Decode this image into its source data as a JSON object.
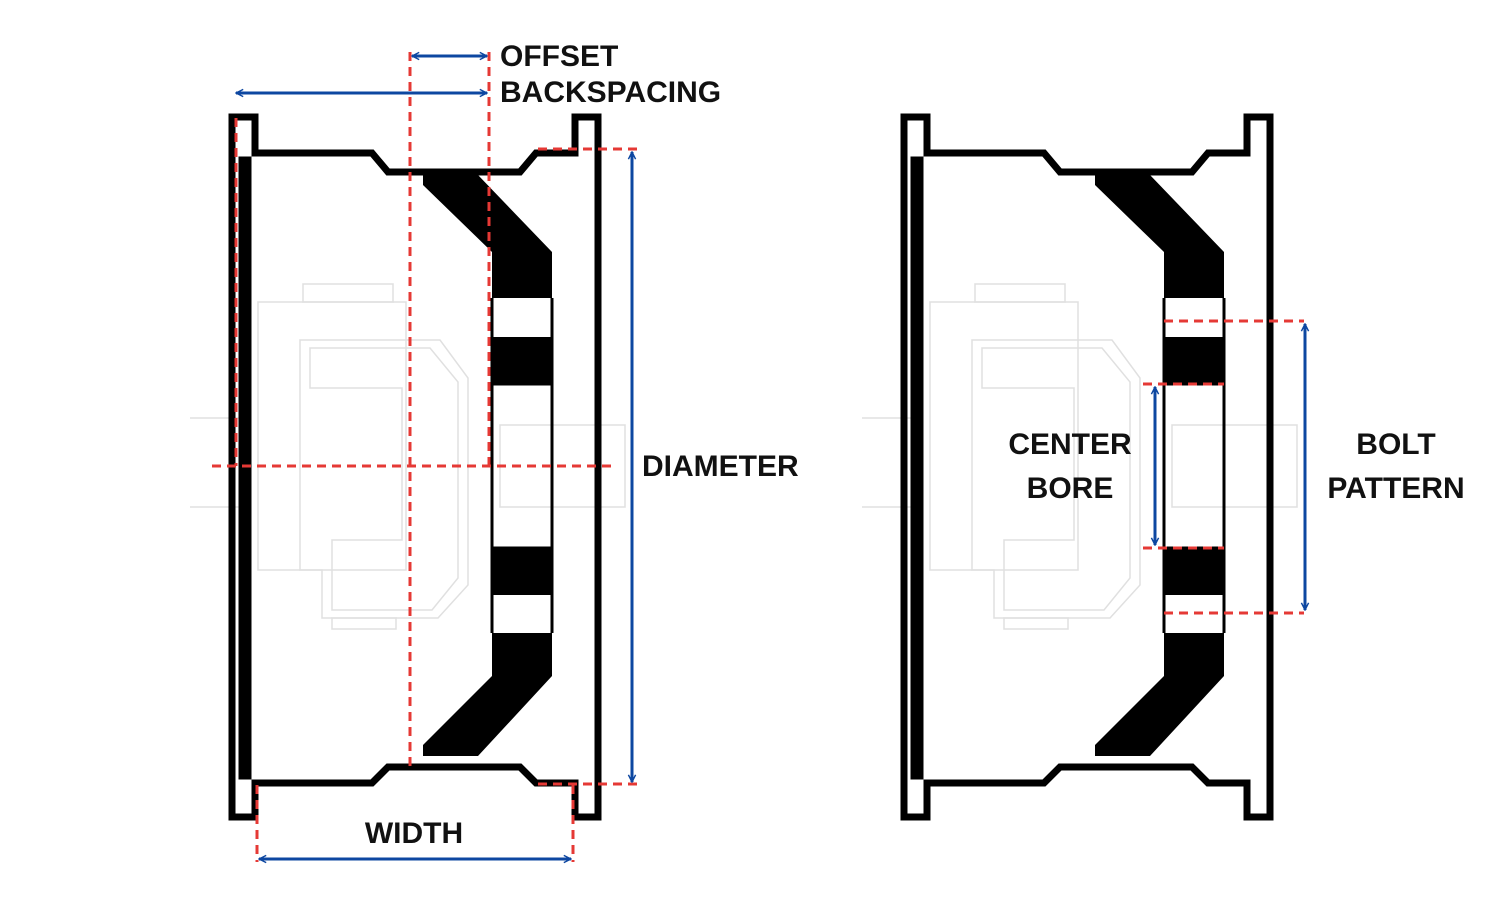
{
  "labels": {
    "offset": "OFFSET",
    "backspacing": "BACKSPACING",
    "diameter": "DIAMETER",
    "width": "WIDTH",
    "center_bore_line1": "CENTER",
    "center_bore_line2": "BORE",
    "bolt_pattern_line1": "BOLT",
    "bolt_pattern_line2": "PATTERN"
  },
  "colors": {
    "dimension_arrow": "#0d47a1",
    "reference_line": "#e53935",
    "wheel": "#000000",
    "hub_outline": "#e0e0e0"
  }
}
